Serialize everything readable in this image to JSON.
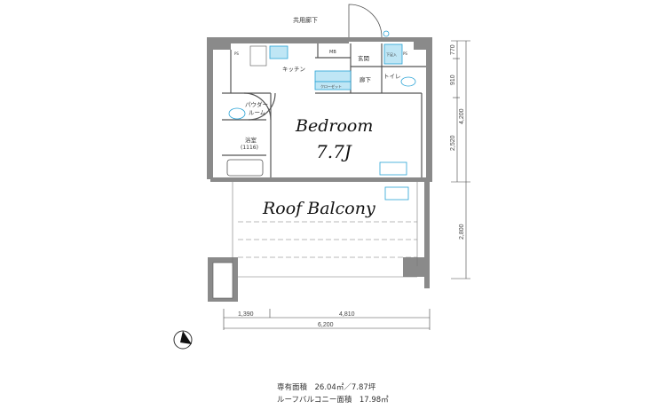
{
  "plan": {
    "corridor": "共用廊下",
    "rooms": {
      "bedroom": "Bedroom",
      "bedroom_size": "7.7J",
      "balcony": "Roof Balcony",
      "kitchen": "キッチン",
      "powder_room_1": "パウダー",
      "powder_room_2": "ルーム",
      "bath": "浴室",
      "bath_size": "(1116)",
      "entrance": "玄関",
      "hall": "廊下",
      "toilet": "トイレ",
      "closet": "クローゼット",
      "shoe_box": "下足入",
      "mb": "MB",
      "ps_left": "PS",
      "ps_right": "PS"
    },
    "dimensions": {
      "bottom": [
        "1,390",
        "4,810"
      ],
      "bottom_total": "6,200",
      "right": [
        "770",
        "910",
        "2,520"
      ],
      "right_total": "4,200",
      "right_balcony": "2,800"
    },
    "exclusive_area": "専有面積　26.04㎡／7.87坪",
    "roof_balcony_area": "ルーフバルコニー面積　17.98㎡"
  },
  "colors": {
    "wall": "#8a8a8a",
    "fixture": "#29a3d6",
    "fixture_fill": "#bfe6f5"
  }
}
